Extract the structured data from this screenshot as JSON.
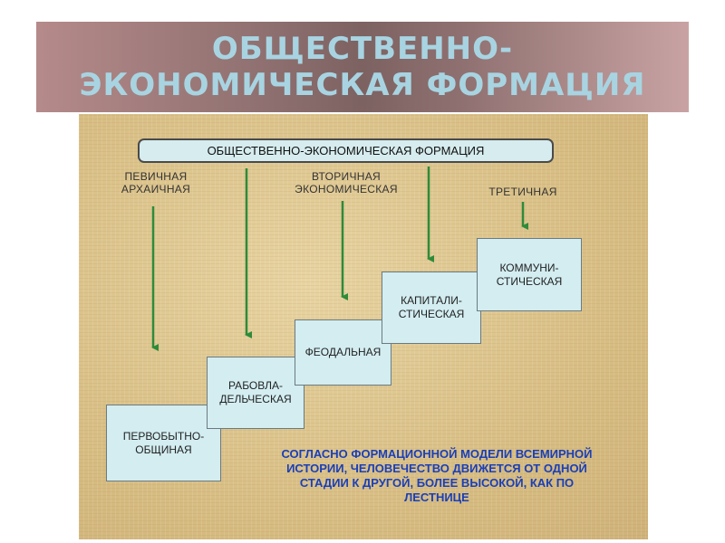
{
  "slide_title": {
    "line1": "ОБЩЕСТВЕННО-",
    "line2": "ЭКОНОМИЧЕСКАЯ ФОРМАЦИЯ"
  },
  "diagram": {
    "header": "ОБЩЕСТВЕННО-ЭКОНОМИЧЕСКАЯ ФОРМАЦИЯ",
    "categories": {
      "primary": [
        "ПЕВИЧНАЯ",
        "АРХАИЧНАЯ"
      ],
      "secondary": [
        "ВТОРИЧНАЯ",
        "ЭКОНОМИЧЕСКАЯ"
      ],
      "tertiary": [
        "ТРЕТИЧНАЯ"
      ]
    },
    "stages": {
      "primitive": [
        "ПЕРВОБЫТНО-",
        "ОБЩИНАЯ"
      ],
      "slave": [
        "РАБОВЛА-",
        "ДЕЛЬЧЕСКАЯ"
      ],
      "feudal": [
        "ФЕОДАЛЬНАЯ"
      ],
      "capitalist": [
        "КАПИТАЛИ-",
        "СТИЧЕСКАЯ"
      ],
      "communist": [
        "КОММУНИ-",
        "СТИЧЕСКАЯ"
      ]
    },
    "note": [
      "СОГЛАСНО ФОРМАЦИОННОЙ МОДЕЛИ ВСЕМИРНОЙ",
      "ИСТОРИИ, ЧЕЛОВЕЧЕСТВО ДВИЖЕТСЯ ОТ ОДНОЙ",
      "СТАДИИ К ДРУГОЙ, БОЛЕЕ ВЫСОКОЙ, КАК ПО",
      "ЛЕСТНИЦЕ"
    ],
    "arrow_color": "#2e8b3a",
    "note_color": "#1a3fb8"
  }
}
